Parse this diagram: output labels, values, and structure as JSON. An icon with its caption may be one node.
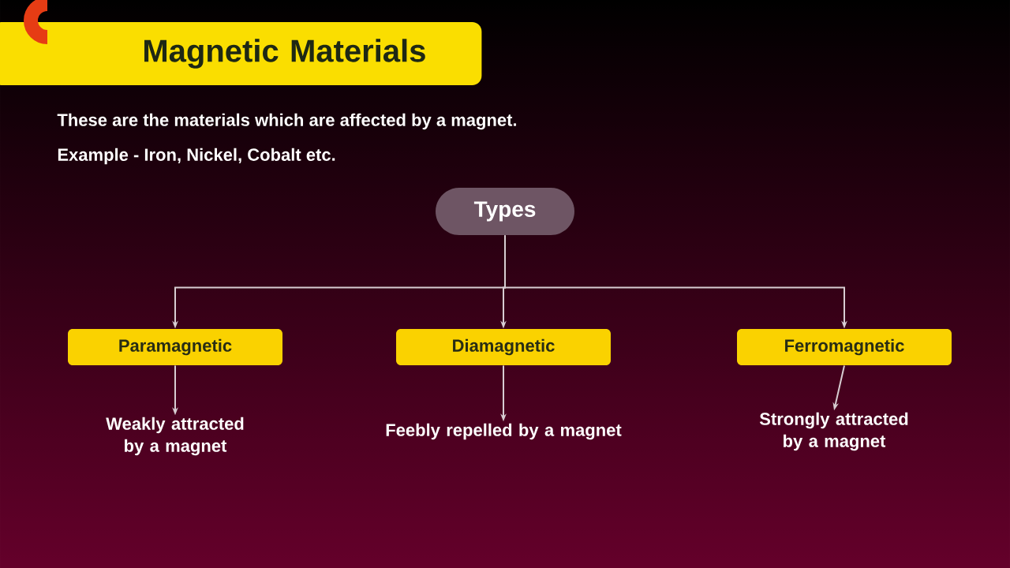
{
  "diagram": {
    "title": "Magnetic Materials",
    "nodes": [
      {
        "text": [
          "Types"
        ]
      },
      {
        "text": [
          "Paramagnetic"
        ]
      },
      {
        "text": [
          "Diamagnetic"
        ]
      },
      {
        "text": [
          "Ferromagnetic"
        ]
      },
      {
        "text": [
          "Weakly attracted by a magnet"
        ]
      },
      {
        "text": [
          "Feebly repelled by a magnet"
        ]
      },
      {
        "text": [
          "Strongly attracted by a magnet"
        ]
      }
    ],
    "edges": [
      {
        "from": 0,
        "to": 1,
        "arrow": "to"
      },
      {
        "from": 0,
        "to": 2,
        "arrow": "to"
      },
      {
        "from": 0,
        "to": 3,
        "arrow": "to"
      },
      {
        "from": 1,
        "to": 4,
        "arrow": "to"
      },
      {
        "from": 2,
        "to": 5,
        "arrow": "to"
      },
      {
        "from": 3,
        "to": 6,
        "arrow": "to"
      }
    ],
    "labels": [
      "These are the materials which are affected by a magnet.",
      "Example - Iron, Nickel, Cobalt etc."
    ]
  }
}
